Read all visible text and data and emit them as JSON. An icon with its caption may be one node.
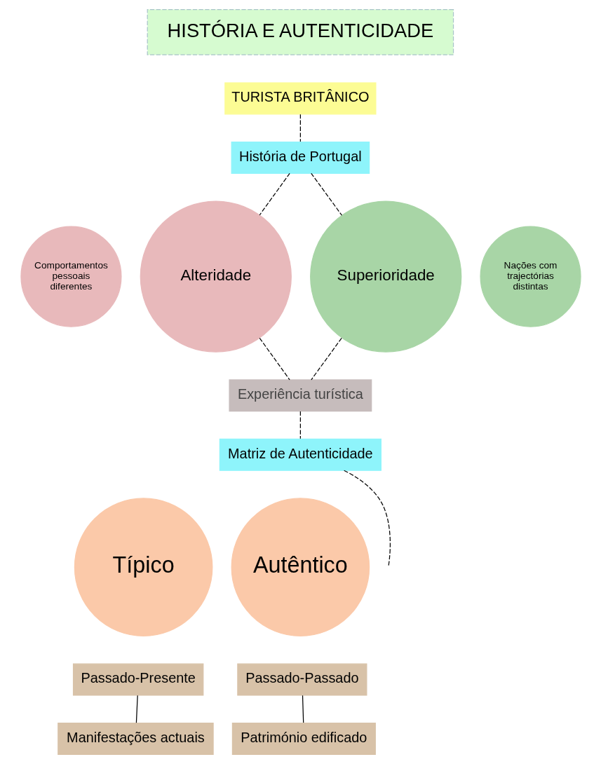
{
  "diagram": {
    "nodes": [
      {
        "text": [
          "HISTÓRIA E AUTENTICIDADE"
        ]
      },
      {
        "text": [
          "TURISTA BRITÂNICO"
        ]
      },
      {
        "text": [
          "História de Portugal"
        ]
      },
      {
        "text": [
          "Comportamentos pessoais diferentes"
        ]
      },
      {
        "text": [
          "Alteridade"
        ]
      },
      {
        "text": [
          "Superioridade"
        ]
      },
      {
        "text": [
          "Nações com trajectórias distintas"
        ]
      },
      {
        "text": [
          "Experiência turística"
        ]
      },
      {
        "text": [
          "Matriz de Autenticidade"
        ]
      },
      {
        "text": [
          "Típico"
        ]
      },
      {
        "text": [
          "Passado-Presente"
        ]
      },
      {
        "text": [
          "Manifestações actuais"
        ]
      },
      {
        "text": [
          "Autêntico"
        ]
      },
      {
        "text": [
          "Passado-Passado"
        ]
      },
      {
        "text": [
          "Património edificado"
        ]
      }
    ],
    "edges": [
      {
        "from": 1,
        "to": 2,
        "arrow": "none",
        "style": "dashed"
      },
      {
        "from": 2,
        "to": 4,
        "arrow": "none",
        "style": "dashed"
      },
      {
        "from": 2,
        "to": 5,
        "arrow": "none",
        "style": "dashed"
      },
      {
        "from": 4,
        "to": 7,
        "arrow": "none",
        "style": "dashed"
      },
      {
        "from": 5,
        "to": 7,
        "arrow": "none",
        "style": "dashed"
      },
      {
        "from": 7,
        "to": 8,
        "arrow": "none",
        "style": "dashed"
      },
      {
        "from": 8,
        "to": null,
        "arrow": "none",
        "style": "dashed"
      },
      {
        "from": 10,
        "to": 11,
        "arrow": "none"
      },
      {
        "from": 13,
        "to": 14,
        "arrow": "none"
      }
    ]
  }
}
